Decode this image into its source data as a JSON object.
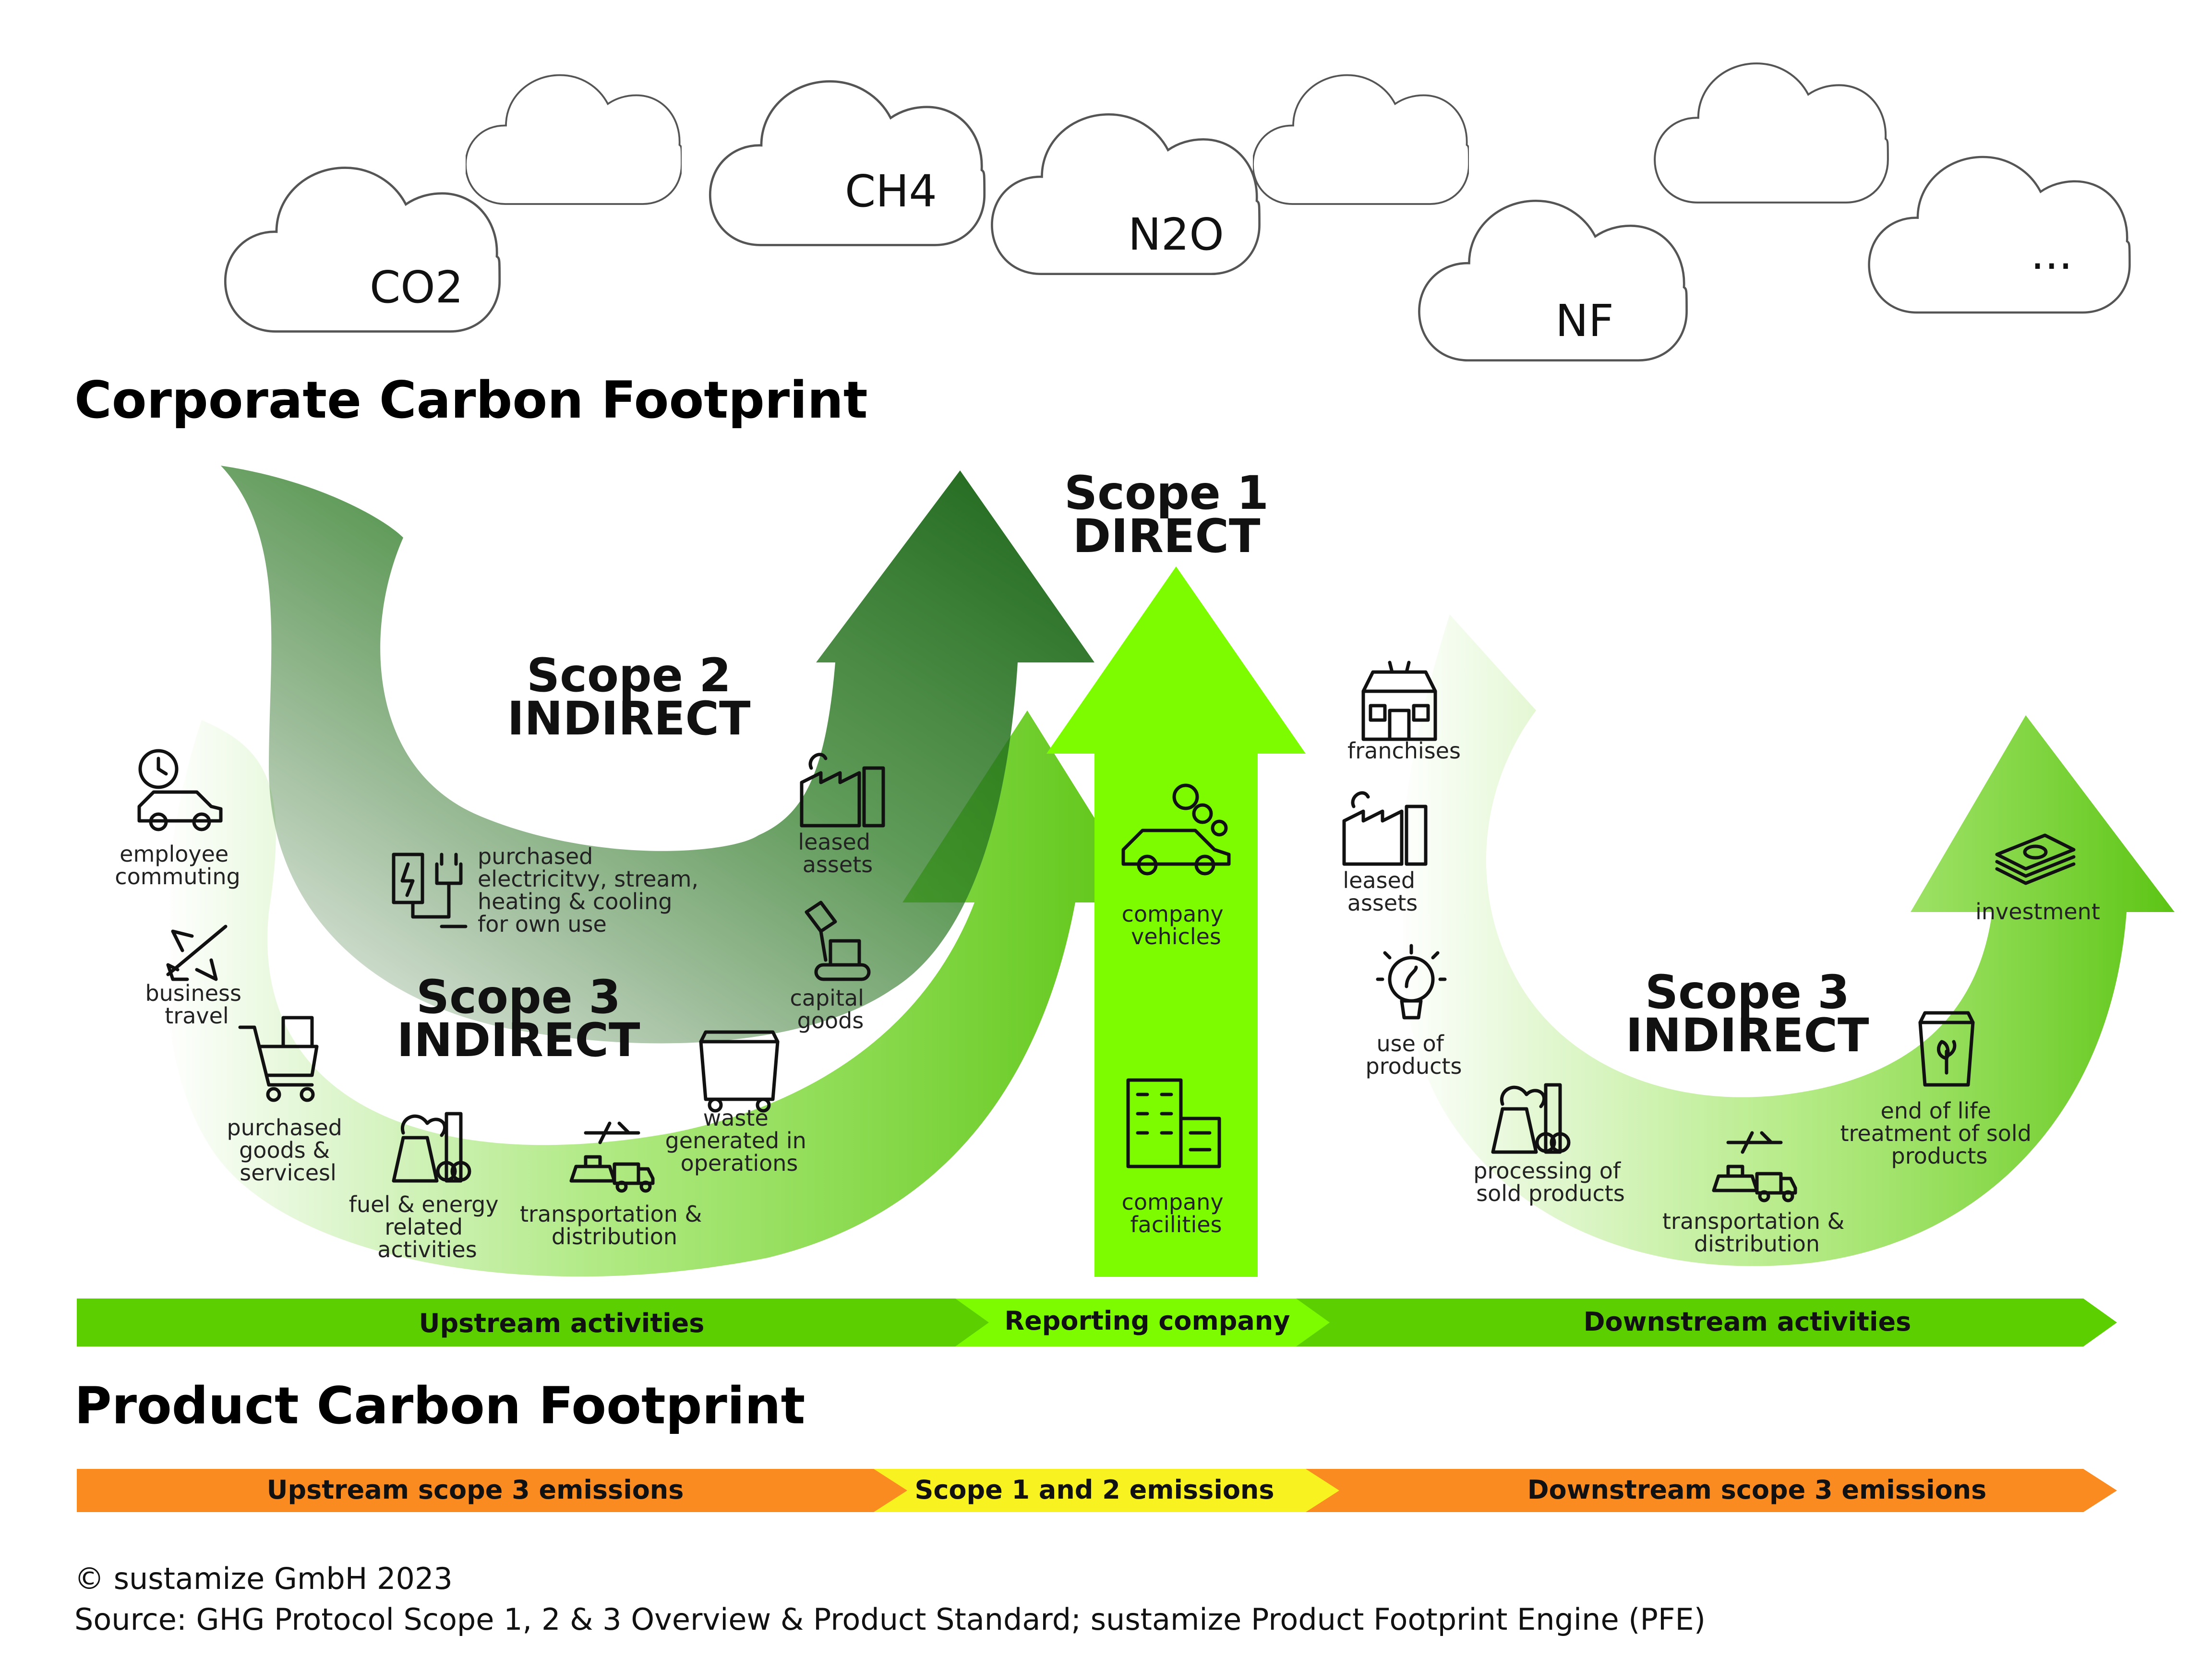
{
  "clouds": {
    "co2": "CO2",
    "ch4": "CH4",
    "n2o": "N2O",
    "nf": "NF",
    "more": "..."
  },
  "headings": {
    "corporate": "Corporate Carbon Footprint",
    "product": "Product Carbon Footprint"
  },
  "scopes": {
    "scope1": {
      "line1": "Scope 1",
      "line2": "DIRECT"
    },
    "scope2": {
      "line1": "Scope 2",
      "line2": "INDIRECT"
    },
    "scope3_up": {
      "line1": "Scope 3",
      "line2": "INDIRECT"
    },
    "scope3_down": {
      "line1": "Scope 3",
      "line2": "INDIRECT"
    }
  },
  "upstream_items": {
    "employee_commuting": [
      "employee",
      "commuting"
    ],
    "business_travel": [
      "business",
      "travel"
    ],
    "purchased_goods": [
      "purchased",
      "goods &",
      "servicesl"
    ],
    "fuel_energy": [
      "fuel & energy",
      "related",
      "activities"
    ],
    "transportation": [
      "transportation &",
      "distribution"
    ],
    "waste": [
      "waste",
      "generated in",
      "operations"
    ],
    "capital_goods": [
      "capital",
      "goods"
    ],
    "leased_assets": [
      "leased",
      "assets"
    ],
    "purchased_electricity": [
      "purchased",
      "electricitvy, stream,",
      "heating & cooling",
      "for own use"
    ]
  },
  "direct_items": {
    "company_vehicles": [
      "company",
      "vehicles"
    ],
    "company_facilities": [
      "company",
      "facilities"
    ]
  },
  "downstream_items": {
    "franchises": [
      "franchises"
    ],
    "leased_assets": [
      "leased",
      "assets"
    ],
    "use_of_products": [
      "use of",
      "products"
    ],
    "processing": [
      "processing of",
      "sold products"
    ],
    "transportation": [
      "transportation &",
      "distribution"
    ],
    "end_of_life": [
      "end of life",
      "treatment of sold",
      "products"
    ],
    "investment": [
      "investment"
    ]
  },
  "corporate_band": {
    "upstream": "Upstream activities",
    "reporting": "Reporting company",
    "downstream": "Downstream activities"
  },
  "product_band": {
    "upstream": "Upstream scope 3 emissions",
    "middle": "Scope 1 and 2 emissions",
    "downstream": "Downstream scope 3 emissions"
  },
  "footer": {
    "copyright": "© sustamize GmbH 2023",
    "source": "Source: GHG Protocol Scope 1, 2 & 3 Overview & Product Standard; sustamize Product Footprint Engine (PFE)"
  },
  "colors": {
    "bright_green": "#7dfc00",
    "mid_green": "#5bc41a",
    "dark_green": "#1f6b1c",
    "orange": "#f98b21",
    "yellow": "#f8f320"
  }
}
